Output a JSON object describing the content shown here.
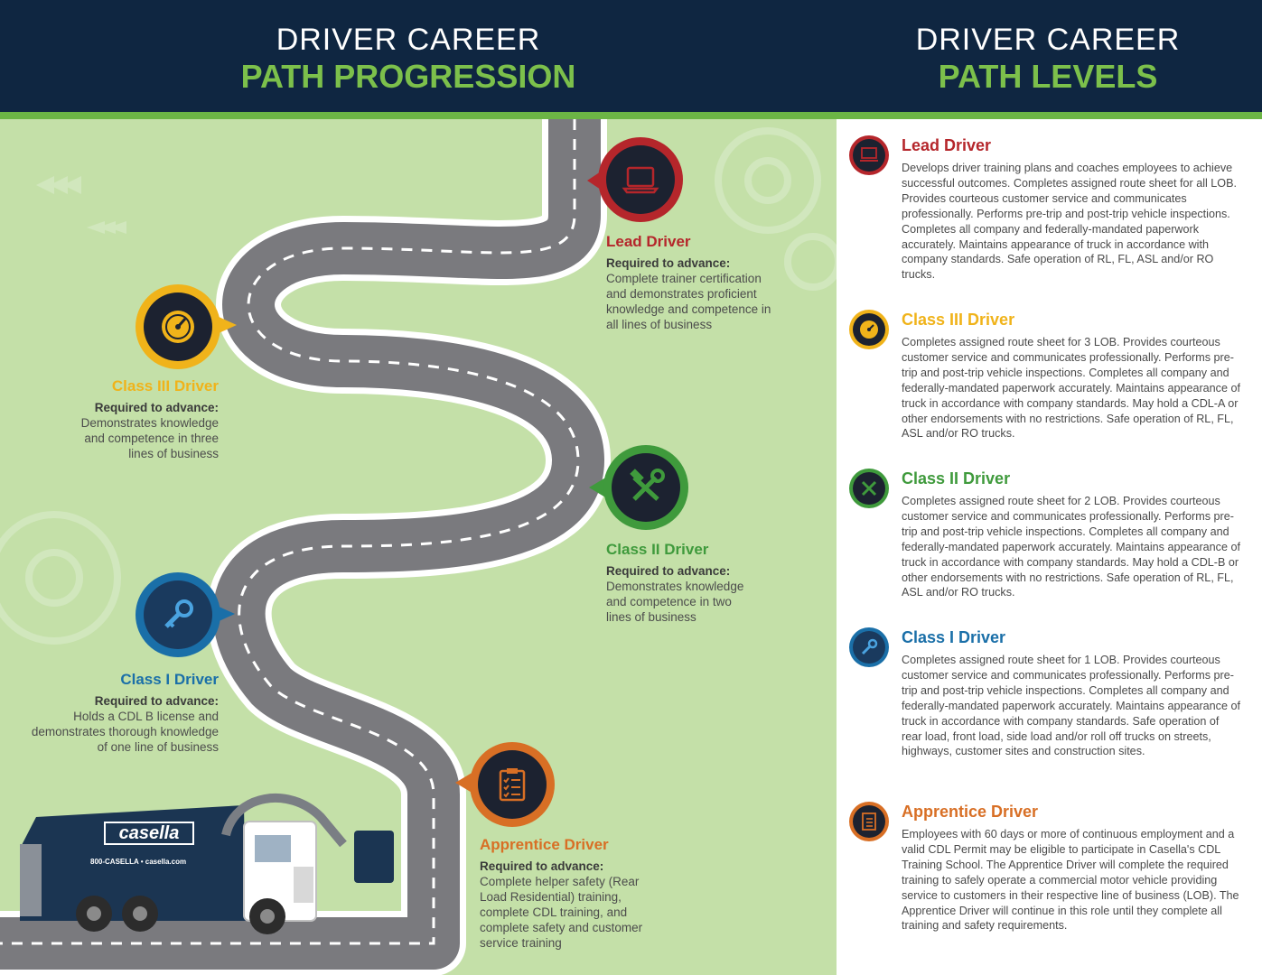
{
  "header": {
    "left": {
      "line1": "DRIVER CAREER",
      "line2": "PATH PROGRESSION"
    },
    "right": {
      "line1": "DRIVER CAREER",
      "line2": "PATH LEVELS"
    }
  },
  "colors": {
    "navy": "#0f2641",
    "green": "#6cb545",
    "lead": "#b5262b",
    "class3": "#f0b31a",
    "class2": "#3f9a3c",
    "class1": "#1a6fa8",
    "apprentice": "#d86f25",
    "road": "#7a7a7e"
  },
  "progression": [
    {
      "id": "lead",
      "name": "Lead Driver",
      "required_label": "Required to advance:",
      "requirement": "Complete trainer certification and demonstrates proficient knowledge and competence in all lines of business",
      "icon": "laptop-icon"
    },
    {
      "id": "class3",
      "name": "Class III Driver",
      "required_label": "Required to advance:",
      "requirement": "Demonstrates knowledge and competence in three lines of business",
      "icon": "gauge-icon"
    },
    {
      "id": "class2",
      "name": "Class II Driver",
      "required_label": "Required to advance:",
      "requirement": "Demonstrates knowledge and competence in two lines of business",
      "icon": "tools-icon"
    },
    {
      "id": "class1",
      "name": "Class I Driver",
      "required_label": "Required to advance:",
      "requirement": "Holds a CDL B license and demonstrates thorough knowledge of one line of business",
      "icon": "key-icon"
    },
    {
      "id": "apprentice",
      "name": "Apprentice Driver",
      "required_label": "Required to advance:",
      "requirement": "Complete helper safety (Rear Load Residential) training, complete CDL training, and complete safety and customer service training",
      "icon": "clipboard-icon"
    }
  ],
  "levels": [
    {
      "id": "lead",
      "name": "Lead Driver",
      "description": "Develops driver training plans and coaches employees to achieve successful outcomes. Completes assigned route sheet for all LOB. Provides courteous customer service and communicates professionally. Performs pre-trip and post-trip vehicle inspections. Completes all company and federally-mandated paperwork accurately. Maintains appearance of truck in accordance with company standards. Safe operation of RL, FL, ASL and/or RO trucks."
    },
    {
      "id": "class3",
      "name": "Class III Driver",
      "description": "Completes assigned route sheet for 3 LOB. Provides courteous customer service and communicates professionally. Performs pre-trip and post-trip vehicle inspections. Completes all company and federally-mandated paperwork accurately. Maintains appearance of truck in accordance with company standards. May hold a CDL-A or other endorsements with no restrictions. Safe operation of RL, FL, ASL and/or RO trucks."
    },
    {
      "id": "class2",
      "name": "Class II Driver",
      "description": "Completes assigned route sheet for 2 LOB. Provides courteous customer service and communicates professionally. Performs pre-trip and post-trip vehicle inspections. Completes all company and federally-mandated paperwork accurately. Maintains appearance of truck in accordance with company standards. May hold a CDL-B or other endorsements with no restrictions. Safe operation of RL, FL, ASL and/or RO trucks."
    },
    {
      "id": "class1",
      "name": "Class I Driver",
      "description": "Completes assigned route sheet for 1 LOB. Provides courteous customer service and communicates professionally. Performs pre-trip and post-trip vehicle inspections. Completes all company and federally-mandated paperwork accurately. Maintains appearance of truck in accordance with company standards. Safe operation of rear load, front load, side load and/or roll off trucks on streets, highways, customer sites and construction sites."
    },
    {
      "id": "apprentice",
      "name": "Apprentice Driver",
      "description": "Employees with 60 days or more of continuous employment and a valid CDL Permit may be eligible to participate in Casella's CDL Training School. The Apprentice Driver will complete the required training to safely operate a commercial motor vehicle providing service to customers in their respective line of business (LOB). The Apprentice Driver will continue in this role until they complete all training and safety requirements."
    }
  ],
  "truck": {
    "brand": "casella",
    "phone": "800-CASELLA • casella.com"
  }
}
